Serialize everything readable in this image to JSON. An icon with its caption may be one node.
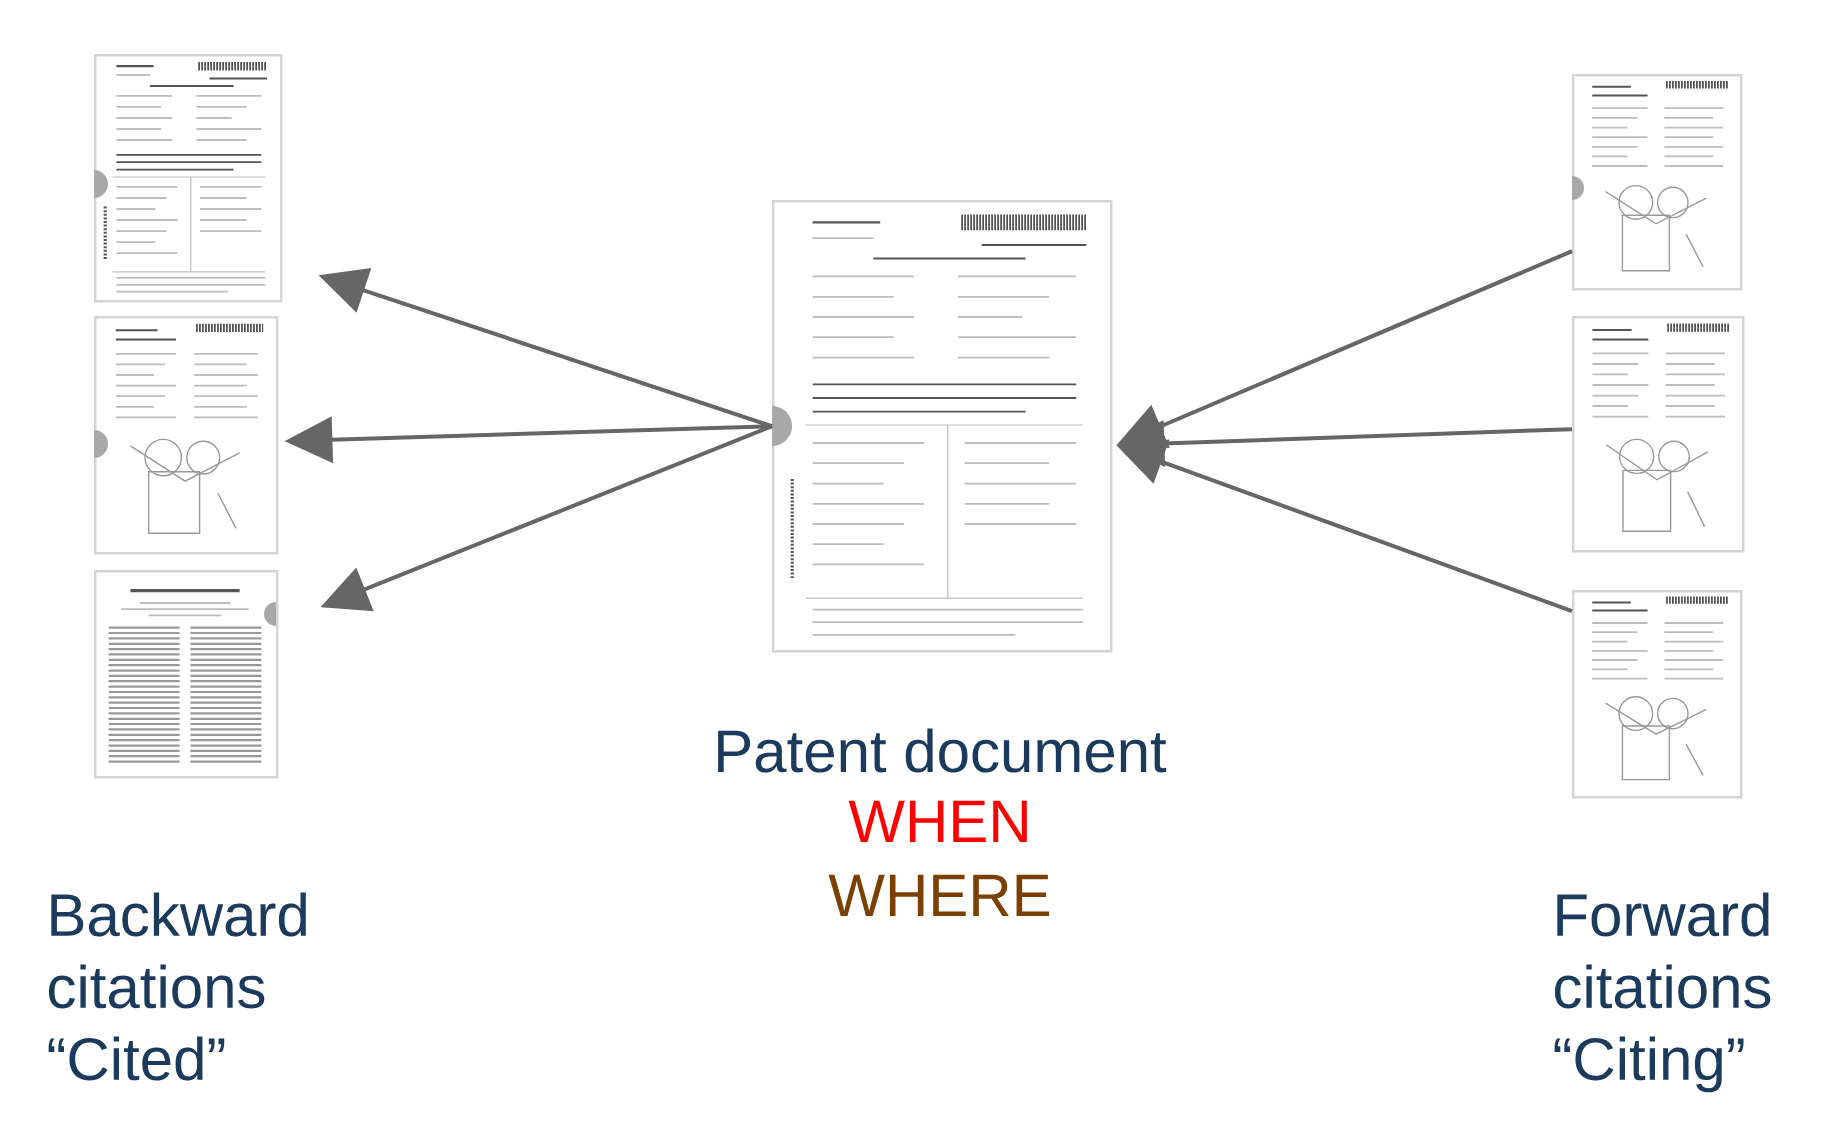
{
  "diagram": {
    "nodes": [
      {
        "text": [],
        "shape": "picture"
      },
      {
        "text": [],
        "shape": "picture"
      },
      {
        "text": [],
        "shape": "picture"
      },
      {
        "text": [],
        "shape": "picture",
        "beside": [
          "Patent document",
          "WHEN",
          "WHERE"
        ]
      },
      {
        "text": [],
        "shape": "picture"
      },
      {
        "text": [],
        "shape": "picture"
      },
      {
        "text": [],
        "shape": "picture"
      }
    ],
    "edges": [
      {
        "from": 3,
        "to": 0,
        "arrow": "to"
      },
      {
        "from": 3,
        "to": 1,
        "arrow": "to"
      },
      {
        "from": 3,
        "to": 2,
        "arrow": "to"
      },
      {
        "from": 4,
        "to": 3,
        "arrow": "to"
      },
      {
        "from": 5,
        "to": 3,
        "arrow": "to"
      },
      {
        "from": 6,
        "to": 3,
        "arrow": "to"
      }
    ],
    "labels": [
      "Backward citations “Cited”",
      "Forward citations “Citing”"
    ]
  }
}
